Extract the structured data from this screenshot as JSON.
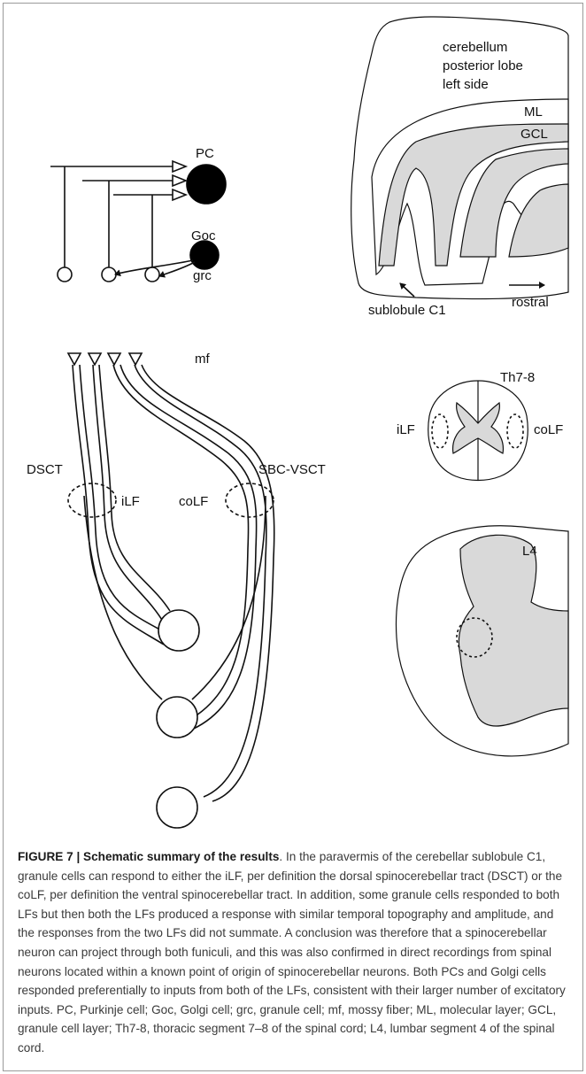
{
  "figure": {
    "panel_labels": {
      "pc": "PC",
      "goc": "Goc",
      "grc": "grc",
      "mf": "mf",
      "dsct": "DSCT",
      "sbc_vsct": "SBC-VSCT",
      "ilf_left": "iLF",
      "colf_left": "coLF",
      "cerebellum_line1": "cerebellum",
      "cerebellum_line2": "posterior lobe",
      "cerebellum_line3": "left side",
      "ml": "ML",
      "gcl": "GCL",
      "sublobule": "sublobule C1",
      "rostral": "rostral",
      "th78": "Th7-8",
      "ilf_right": "iLF",
      "colf_right": "coLF",
      "l4": "L4"
    }
  },
  "caption": {
    "figure_number": "FIGURE 7 | Schematic summary of the results",
    "text": ". In the paravermis of the cerebellar sublobule C1, granule cells can respond to either the iLF, per definition the dorsal spinocerebellar tract (DSCT) or the coLF, per definition the ventral spinocerebellar tract. In addition, some granule cells responded to both LFs but then both the LFs produced a response with similar temporal topography and amplitude, and the responses from the two LFs did not summate. A conclusion was therefore that a spinocerebellar neuron can project through both funiculi, and this was also confirmed in direct recordings from spinal neurons located within a known point of origin of spinocerebellar neurons. Both PCs and Golgi cells responded preferentially to inputs from both of the LFs, consistent with their larger number of excitatory inputs. PC, Purkinje cell; Goc, Golgi cell; grc, granule cell; mf, mossy fiber; ML, molecular layer; GCL, granule cell layer; Th7-8, thoracic segment 7–8 of the spinal cord; L4, lumbar segment 4 of the spinal cord."
  }
}
